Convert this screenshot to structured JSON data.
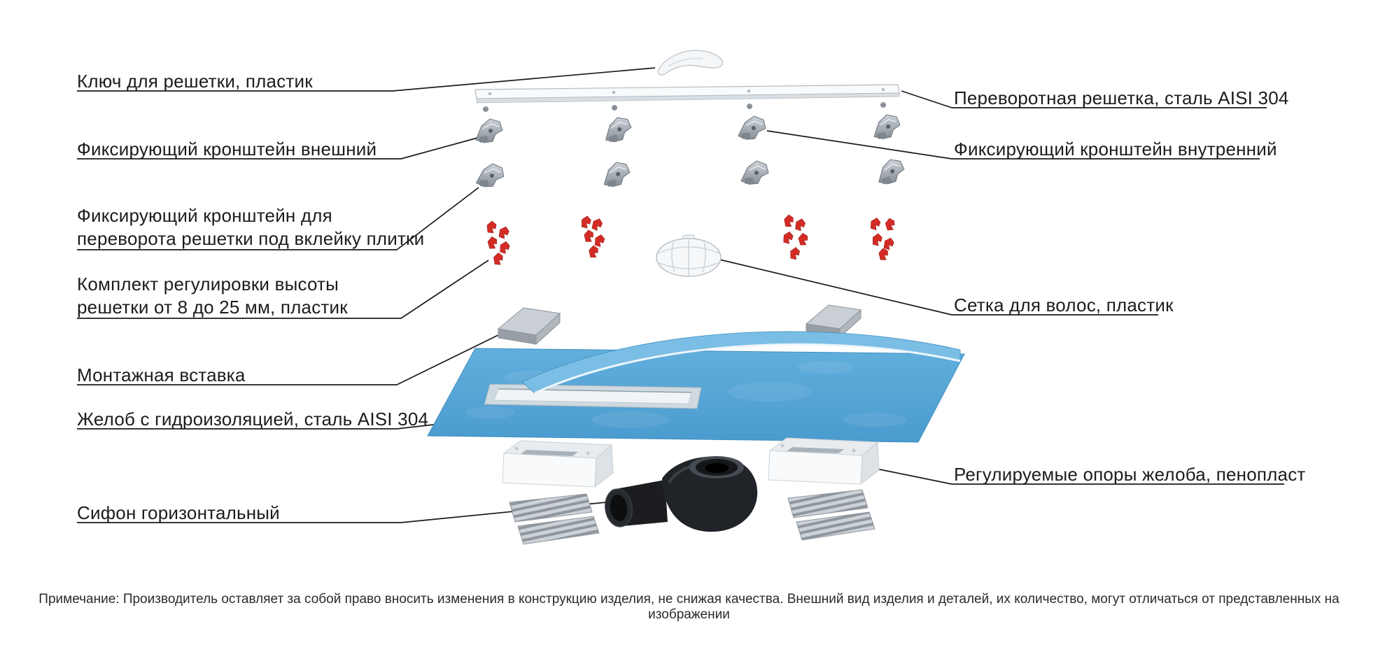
{
  "labels": {
    "key": "Ключ для решетки, пластик",
    "grate": "Переворотная решетка, сталь AISI 304",
    "bracket_outer": "Фиксирующий кронштейн внешний",
    "bracket_inner": "Фиксирующий кронштейн внутренний",
    "bracket_flip": [
      "Фиксирующий кронштейн для",
      "переворота решетки под вклейку плитки"
    ],
    "height_kit": [
      "Комплект регулировки высоты",
      "решетки от 8 до 25 мм, пластик"
    ],
    "insert": "Монтажная вставка",
    "channel": "Желоб с гидроизоляцией, сталь AISI 304",
    "hair_net": "Сетка для волос, пластик",
    "supports": "Регулируемые опоры желоба, пенопласт",
    "siphon": "Сифон горизонтальный"
  },
  "note": "Примечание: Производитель оставляет за собой право вносить изменения в конструкцию изделия, не снижая качества. Внешний вид изделия и деталей, их количество, могут отличаться от представленных на изображении",
  "colors": {
    "accent_red": "#d42c25",
    "membrane_blue": "#57a8d8",
    "steel_gray": "#aab1b8",
    "callout_black": "#1a1a1a"
  }
}
